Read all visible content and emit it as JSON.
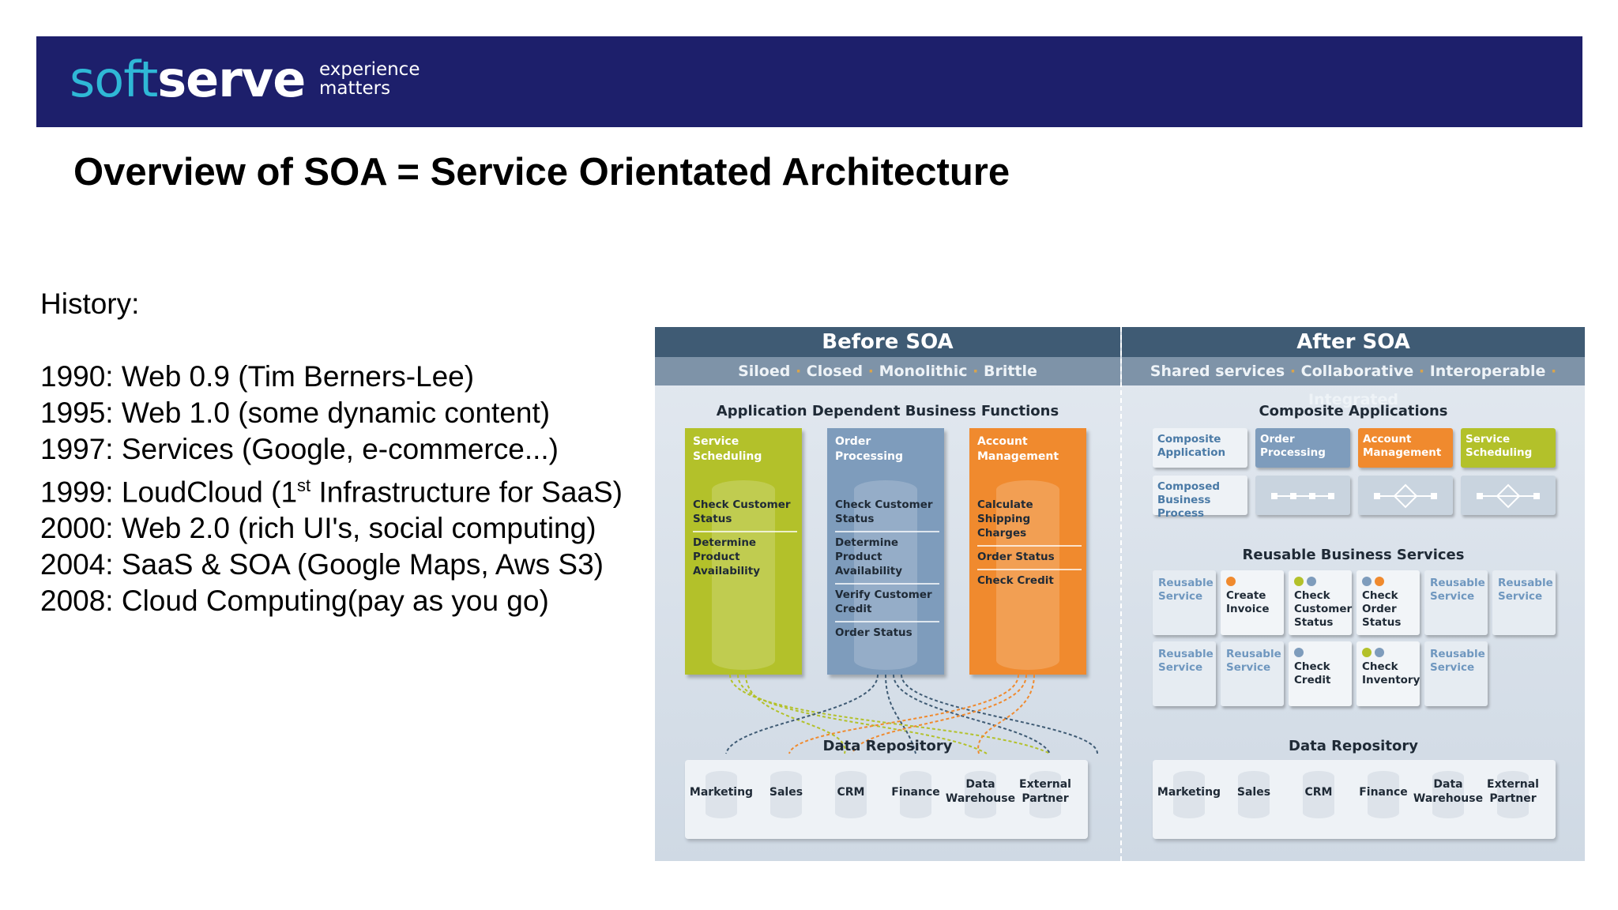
{
  "brand": {
    "name_part1": "soft",
    "name_part2": "serve",
    "tagline_line1": "experience",
    "tagline_line2": "matters"
  },
  "slide": {
    "title": "Overview of SOA = Service Orientated Architecture"
  },
  "history": {
    "heading": "History:",
    "items": [
      {
        "text": "1990: Web 0.9 (Tim Berners-Lee)"
      },
      {
        "text": "1995: Web 1.0 (some dynamic content)"
      },
      {
        "text": "1997: Services (Google, e-commerce...)"
      },
      {
        "pre": "1999: LoudCloud (1",
        "sup": "st",
        "post": " Infrastructure for SaaS)"
      },
      {
        "text": "2000: Web 2.0 (rich UI's, social computing)"
      },
      {
        "text": "2004: SaaS & SOA (Google Maps, Aws S3)"
      },
      {
        "text": "2008: Cloud Computing(pay as you go)"
      }
    ]
  },
  "diagram": {
    "before": {
      "title": "Before SOA",
      "qualities": [
        "Siloed",
        "Closed",
        "Monolithic",
        "Brittle"
      ],
      "section_title": "Application Dependent Business Functions",
      "silos": [
        {
          "title": "Service Scheduling",
          "color": "#b3c12a",
          "items": [
            "Check Customer Status",
            "Determine Product Availability"
          ]
        },
        {
          "title": "Order Processing",
          "color": "#7e9cbc",
          "items": [
            "Check Customer Status",
            "Determine Product Availability",
            "Verify Customer Credit",
            "Order Status"
          ]
        },
        {
          "title": "Account Management",
          "color": "#f08a2e",
          "items": [
            "Calculate Shipping Charges",
            "Order Status",
            "Check Credit"
          ]
        }
      ],
      "repository_title": "Data Repository",
      "repository": [
        "Marketing",
        "Sales",
        "CRM",
        "Finance",
        "Data Warehouse",
        "External Partner"
      ]
    },
    "after": {
      "title": "After SOA",
      "qualities": [
        "Shared services",
        "Collaborative",
        "Interoperable",
        "Integrated"
      ],
      "section_title": "Composite Applications",
      "composite": {
        "row1": [
          "Composite Application",
          "Order Processing",
          "Account Management",
          "Service Scheduling"
        ],
        "row2_label": "Composed Business Process"
      },
      "services_title": "Reusable Business Services",
      "services": {
        "reusable": "Reusable Service",
        "create_invoice": "Create Invoice",
        "check_customer_status": "Check Customer Status",
        "check_order_status": "Check Order Status",
        "check_credit": "Check Credit",
        "check_inventory": "Check Inventory"
      },
      "repository_title": "Data Repository",
      "repository": [
        "Marketing",
        "Sales",
        "CRM",
        "Finance",
        "Data Warehouse",
        "External Partner"
      ]
    }
  },
  "colors": {
    "banner": "#1d1f6b",
    "logo_accent": "#2fb8d6",
    "green": "#b3c12a",
    "blue": "#7e9cbc",
    "orange": "#f08a2e",
    "header": "#3f5b74"
  }
}
